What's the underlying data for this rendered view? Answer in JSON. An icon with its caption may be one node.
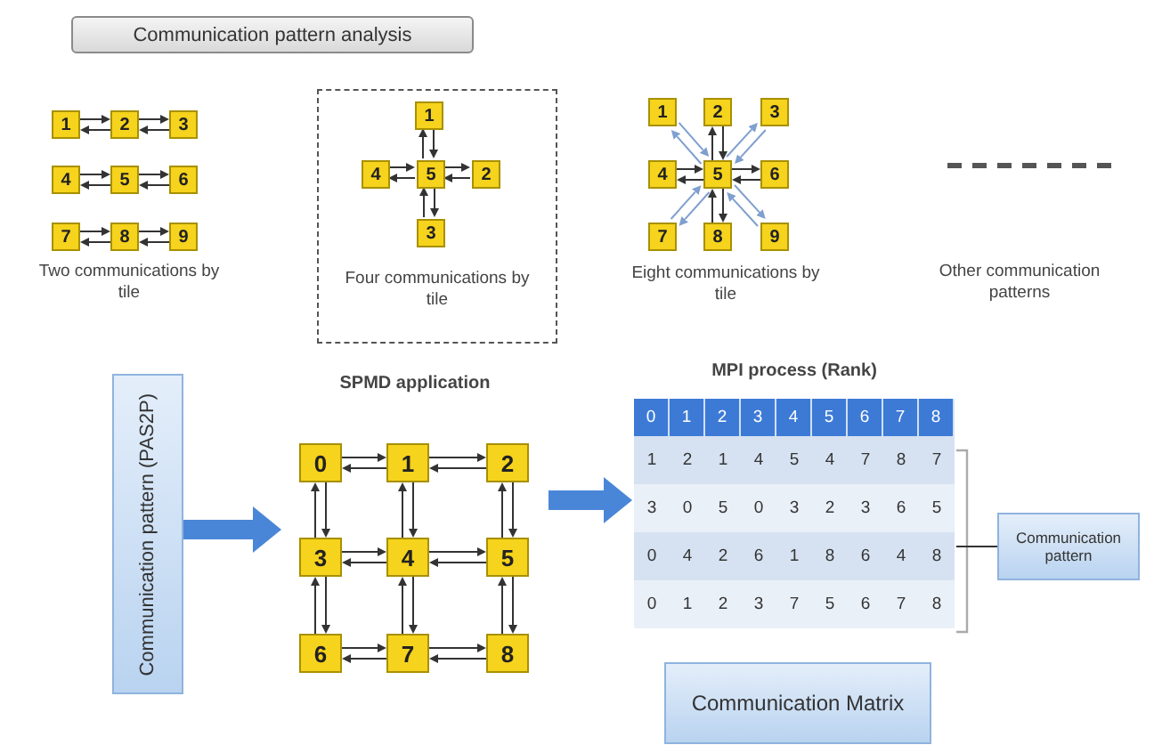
{
  "diagram": {
    "nodes": [
      {
        "text": [
          "Communication pattern analysis"
        ]
      },
      {
        "text": [
          "Two communications by tile"
        ]
      },
      {
        "text": [
          "1"
        ],
        "in": 1
      },
      {
        "text": [
          "2"
        ],
        "in": 1
      },
      {
        "text": [
          "3"
        ],
        "in": 1
      },
      {
        "text": [
          "4"
        ],
        "in": 1
      },
      {
        "text": [
          "5"
        ],
        "in": 1
      },
      {
        "text": [
          "6"
        ],
        "in": 1
      },
      {
        "text": [
          "7"
        ],
        "in": 1
      },
      {
        "text": [
          "8"
        ],
        "in": 1
      },
      {
        "text": [
          "9"
        ],
        "in": 1
      },
      {
        "text": [
          "Four communications by tile"
        ]
      },
      {
        "text": [
          "1"
        ],
        "in": 11
      },
      {
        "text": [
          "4"
        ],
        "in": 11
      },
      {
        "text": [
          "5"
        ],
        "in": 11
      },
      {
        "text": [
          "2"
        ],
        "in": 11
      },
      {
        "text": [
          "3"
        ],
        "in": 11
      },
      {
        "text": [
          "Eight communications by tile"
        ]
      },
      {
        "text": [
          "1"
        ],
        "in": 17
      },
      {
        "text": [
          "2"
        ],
        "in": 17
      },
      {
        "text": [
          "3"
        ],
        "in": 17
      },
      {
        "text": [
          "4"
        ],
        "in": 17
      },
      {
        "text": [
          "5"
        ],
        "in": 17
      },
      {
        "text": [
          "6"
        ],
        "in": 17
      },
      {
        "text": [
          "7"
        ],
        "in": 17
      },
      {
        "text": [
          "8"
        ],
        "in": 17
      },
      {
        "text": [
          "9"
        ],
        "in": 17
      },
      {
        "text": [
          "Communication pattern (PAS2P)"
        ]
      },
      {
        "text": [
          "SPMD application"
        ]
      },
      {
        "text": [
          "0"
        ],
        "in": 28
      },
      {
        "text": [
          "1"
        ],
        "in": 28
      },
      {
        "text": [
          "2"
        ],
        "in": 28
      },
      {
        "text": [
          "3"
        ],
        "in": 28
      },
      {
        "text": [
          "4"
        ],
        "in": 28
      },
      {
        "text": [
          "5"
        ],
        "in": 28
      },
      {
        "text": [
          "6"
        ],
        "in": 28
      },
      {
        "text": [
          "7"
        ],
        "in": 28
      },
      {
        "text": [
          "8"
        ],
        "in": 28
      },
      {
        "text": [
          "MPI process (Rank)"
        ]
      },
      {
        "text": [
          "Communication pattern"
        ]
      },
      {
        "text": [
          "Communication Matrix"
        ]
      }
    ],
    "edges": [
      {
        "from": 2,
        "to": 3,
        "arrow": "to"
      },
      {
        "from": 3,
        "to": 2,
        "arrow": "to"
      },
      {
        "from": 3,
        "to": 4,
        "arrow": "to"
      },
      {
        "from": 4,
        "to": 3,
        "arrow": "to"
      },
      {
        "from": 5,
        "to": 6,
        "arrow": "to"
      },
      {
        "from": 6,
        "to": 5,
        "arrow": "to"
      },
      {
        "from": 6,
        "to": 7,
        "arrow": "to"
      },
      {
        "from": 7,
        "to": 6,
        "arrow": "to"
      },
      {
        "from": 8,
        "to": 9,
        "arrow": "to"
      },
      {
        "from": 9,
        "to": 8,
        "arrow": "to"
      },
      {
        "from": 9,
        "to": 10,
        "arrow": "to"
      },
      {
        "from": 10,
        "to": 9,
        "arrow": "to"
      },
      {
        "from": 14,
        "to": 12,
        "arrow": "to"
      },
      {
        "from": 12,
        "to": 14,
        "arrow": "to"
      },
      {
        "from": 14,
        "to": 13,
        "arrow": "to"
      },
      {
        "from": 13,
        "to": 14,
        "arrow": "to"
      },
      {
        "from": 14,
        "to": 15,
        "arrow": "to"
      },
      {
        "from": 15,
        "to": 14,
        "arrow": "to"
      },
      {
        "from": 14,
        "to": 16,
        "arrow": "to"
      },
      {
        "from": 16,
        "to": 14,
        "arrow": "to"
      },
      {
        "from": 22,
        "to": 18,
        "arrow": "to",
        "color": "#7f9fcf"
      },
      {
        "from": 18,
        "to": 22,
        "arrow": "to",
        "color": "#7f9fcf"
      },
      {
        "from": 22,
        "to": 19,
        "arrow": "to"
      },
      {
        "from": 19,
        "to": 22,
        "arrow": "to"
      },
      {
        "from": 22,
        "to": 20,
        "arrow": "to",
        "color": "#7f9fcf"
      },
      {
        "from": 20,
        "to": 22,
        "arrow": "to",
        "color": "#7f9fcf"
      },
      {
        "from": 22,
        "to": 21,
        "arrow": "to"
      },
      {
        "from": 21,
        "to": 22,
        "arrow": "to"
      },
      {
        "from": 22,
        "to": 23,
        "arrow": "to"
      },
      {
        "from": 23,
        "to": 22,
        "arrow": "to"
      },
      {
        "from": 22,
        "to": 24,
        "arrow": "to",
        "color": "#7f9fcf"
      },
      {
        "from": 24,
        "to": 22,
        "arrow": "to",
        "color": "#7f9fcf"
      },
      {
        "from": 22,
        "to": 25,
        "arrow": "to"
      },
      {
        "from": 25,
        "to": 22,
        "arrow": "to"
      },
      {
        "from": 22,
        "to": 26,
        "arrow": "to",
        "color": "#7f9fcf"
      },
      {
        "from": 26,
        "to": 22,
        "arrow": "to",
        "color": "#7f9fcf"
      },
      {
        "from": 29,
        "to": 30,
        "arrow": "to"
      },
      {
        "from": 30,
        "to": 29,
        "arrow": "to"
      },
      {
        "from": 30,
        "to": 31,
        "arrow": "to"
      },
      {
        "from": 31,
        "to": 30,
        "arrow": "to"
      },
      {
        "from": 32,
        "to": 33,
        "arrow": "to"
      },
      {
        "from": 33,
        "to": 32,
        "arrow": "to"
      },
      {
        "from": 33,
        "to": 34,
        "arrow": "to"
      },
      {
        "from": 34,
        "to": 33,
        "arrow": "to"
      },
      {
        "from": 35,
        "to": 36,
        "arrow": "to"
      },
      {
        "from": 36,
        "to": 35,
        "arrow": "to"
      },
      {
        "from": 36,
        "to": 37,
        "arrow": "to"
      },
      {
        "from": 37,
        "to": 36,
        "arrow": "to"
      },
      {
        "from": 29,
        "to": 32,
        "arrow": "to"
      },
      {
        "from": 32,
        "to": 29,
        "arrow": "to"
      },
      {
        "from": 32,
        "to": 35,
        "arrow": "to"
      },
      {
        "from": 35,
        "to": 32,
        "arrow": "to"
      },
      {
        "from": 30,
        "to": 33,
        "arrow": "to"
      },
      {
        "from": 33,
        "to": 30,
        "arrow": "to"
      },
      {
        "from": 33,
        "to": 36,
        "arrow": "to"
      },
      {
        "from": 36,
        "to": 33,
        "arrow": "to"
      },
      {
        "from": 31,
        "to": 34,
        "arrow": "to"
      },
      {
        "from": 34,
        "to": 31,
        "arrow": "to"
      },
      {
        "from": 34,
        "to": 37,
        "arrow": "to"
      },
      {
        "from": 37,
        "to": 34,
        "arrow": "to"
      },
      {
        "from": 27,
        "to": 28,
        "arrow": "to",
        "style": "thick",
        "color": "#4a86d8"
      },
      {
        "from": 28,
        "to": 38,
        "arrow": "to",
        "style": "thick",
        "color": "#4a86d8"
      },
      {
        "from": 39,
        "to": 38,
        "arrow": "none"
      }
    ],
    "labels": [
      "Other communication patterns",
      "0",
      "1",
      "2",
      "3",
      "4",
      "5",
      "6",
      "7",
      "8",
      "1",
      "2",
      "1",
      "4",
      "5",
      "4",
      "7",
      "8",
      "7",
      "3",
      "0",
      "5",
      "0",
      "3",
      "2",
      "3",
      "6",
      "5",
      "0",
      "4",
      "2",
      "6",
      "1",
      "8",
      "6",
      "4",
      "8",
      "0",
      "1",
      "2",
      "3",
      "7",
      "5",
      "6",
      "7",
      "8"
    ]
  }
}
